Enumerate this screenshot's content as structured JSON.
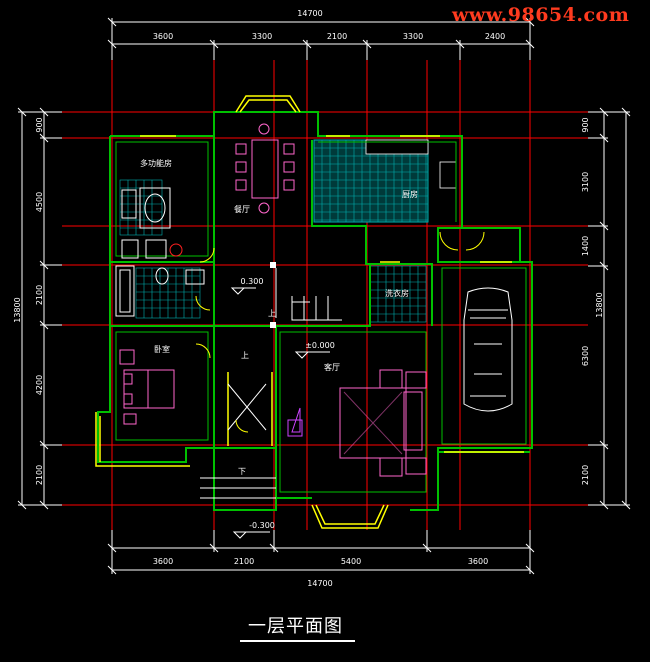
{
  "watermark": "www.98654.com",
  "title": "一层平面图",
  "dimensions": {
    "top_total": "14700",
    "top_segments": [
      "3600",
      "3300",
      "2100",
      "3300",
      "2400"
    ],
    "bottom_total": "14700",
    "bottom_segments": [
      "3600",
      "2100",
      "5400",
      "3600"
    ],
    "left_total": "13800",
    "left_segments": [
      "900",
      "4500",
      "2100",
      "4200",
      "2100"
    ],
    "right_total": "13800",
    "right_segments": [
      "900",
      "3100",
      "1400",
      "6300",
      "2100"
    ]
  },
  "rooms": {
    "multipurpose": "多功能房",
    "dining": "餐厅",
    "kitchen": "厨房",
    "laundry": "洗衣房",
    "bedroom": "卧室",
    "living": "客厅"
  },
  "levels": {
    "upper": "0.300",
    "main": "±0.000",
    "entry": "-0.300"
  },
  "stair_marks": {
    "up1": "上",
    "up2": "上",
    "down": "下"
  },
  "colors": {
    "background": "#000000",
    "wall": "#00c000",
    "axis": "#ff0000",
    "dimension": "#ffffff",
    "kitchen_tile": "#00a0a0",
    "furniture": "#ff66cc",
    "window": "#ffff00",
    "watermark": "#ff3b1f"
  }
}
